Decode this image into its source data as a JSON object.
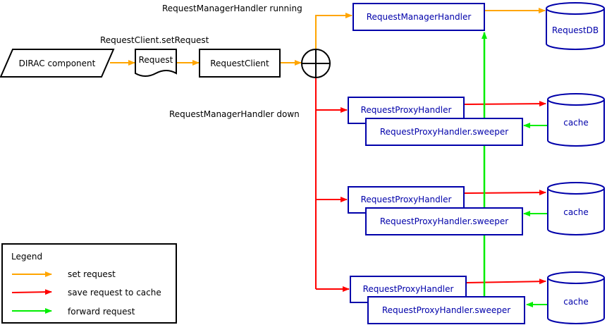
{
  "labels": {
    "running": "RequestManagerHandler running",
    "set_request_call": "RequestClient.setRequest",
    "down": "RequestManagerHandler down"
  },
  "nodes": {
    "dirac_component": "DIRAC component",
    "request_doc": "Request",
    "request_client": "RequestClient",
    "manager_handler": "RequestManagerHandler",
    "request_db": "RequestDB",
    "proxy_handlers": [
      {
        "proxy": "RequestProxyHandler",
        "sweeper": "RequestProxyHandler.sweeper",
        "cache": "cache"
      },
      {
        "proxy": "RequestProxyHandler",
        "sweeper": "RequestProxyHandler.sweeper",
        "cache": "cache"
      },
      {
        "proxy": "RequestProxyHandler",
        "sweeper": "RequestProxyHandler.sweeper",
        "cache": "cache"
      }
    ]
  },
  "legend": {
    "title": "Legend",
    "items": [
      {
        "label": "set request",
        "color": "#FFA500"
      },
      {
        "label": "save request to cache",
        "color": "#FF0000"
      },
      {
        "label": "forward request",
        "color": "#00EE00"
      }
    ]
  },
  "colors": {
    "set_request": "#FFA500",
    "save_to_cache": "#FF0000",
    "forward": "#00EE00",
    "service_blue": "#0000AA",
    "black": "#000000"
  }
}
